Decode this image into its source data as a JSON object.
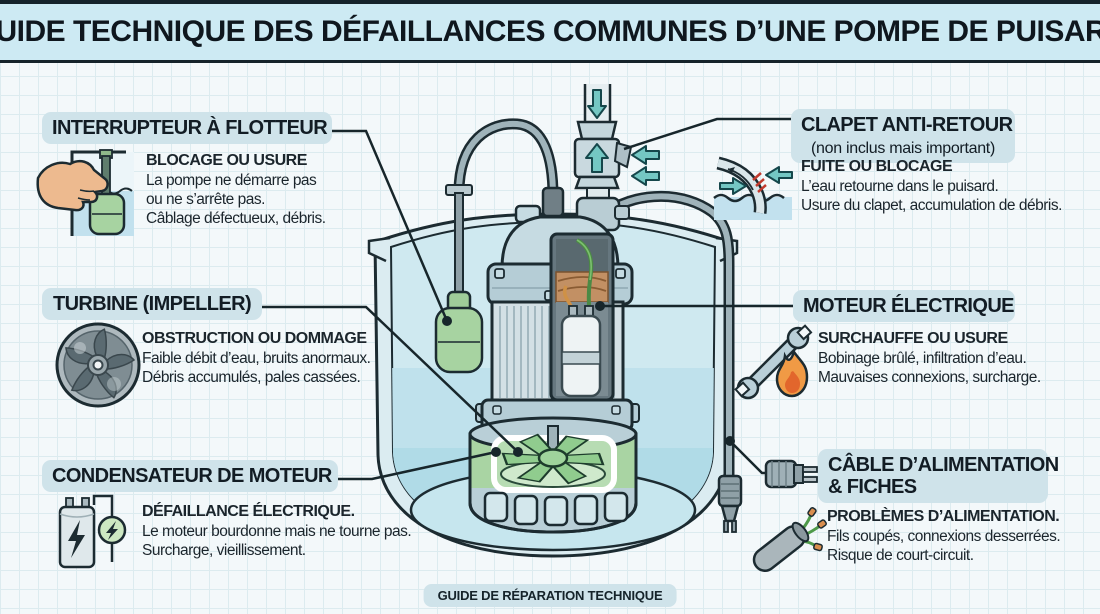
{
  "title": "GUIDE TECHNIQUE DES DÉFAILLANCES COMMUNES D’UNE POMPE DE PUISARD",
  "footer": "GUIDE DE RÉPARATION TECHNIQUE",
  "colors": {
    "background": "#f3f8fa",
    "grid_line": "#dcebef",
    "title_bar": "#cdeaf3",
    "label_pill": "#cfe3ea",
    "outline": "#1c2b31",
    "arrow_teal": "#74c7c3",
    "float_green": "#a7d3a1",
    "impeller_green": "#90cc8e",
    "pump_body": "#d3e0e5",
    "water": "#bfe1ec",
    "flame_orange": "#f09a45",
    "copper": "#c29064"
  },
  "icons": {
    "float_switch": "hand-holding-float-switch-icon",
    "impeller": "impeller-icon",
    "capacitor": "capacitor-lightning-icon",
    "check_valve": "backflow-water-icon",
    "motor": "wrench-flame-icon",
    "power_cable": "plug-and-frayed-cable-icon"
  },
  "annotations": {
    "float_switch": {
      "label": "INTERRUPTEUR À FLOTTEUR",
      "heading": "BLOCAGE OU USURE",
      "lines": [
        "La pompe ne démarre pas",
        "ou ne s’arrête pas.",
        "Câblage défectueux, débris."
      ]
    },
    "impeller": {
      "label": "TURBINE (IMPELLER)",
      "heading": "OBSTRUCTION OU DOMMAGE",
      "lines": [
        "Faible débit d’eau, bruits anormaux.",
        "Débris accumulés, pales cassées."
      ]
    },
    "capacitor": {
      "label": "CONDENSATEUR DE MOTEUR",
      "heading": "DÉFAILLANCE ÉLECTRIQUE.",
      "lines": [
        "Le moteur bourdonne mais ne tourne pas.",
        "Surcharge, vieillissement."
      ]
    },
    "check_valve": {
      "label": "CLAPET ANTI-RETOUR",
      "sublabel": "(non inclus mais important)",
      "heading": "FUITE OU BLOCAGE",
      "lines": [
        "L’eau retourne dans le puisard.",
        "Usure du clapet, accumulation de débris."
      ]
    },
    "motor": {
      "label": "MOTEUR ÉLECTRIQUE",
      "heading": "SURCHAUFFE OU USURE",
      "lines": [
        "Bobinage brûlé, infiltration d’eau.",
        "Mauvaises connexions, surcharge."
      ]
    },
    "power_cable": {
      "label_line1": "CÂBLE D’ALIMENTATION",
      "label_line2": "& FICHES",
      "heading": "PROBLÈMES D’ALIMENTATION.",
      "lines": [
        "Fils coupés, connexions desserrées.",
        "Risque de court-circuit."
      ]
    }
  }
}
